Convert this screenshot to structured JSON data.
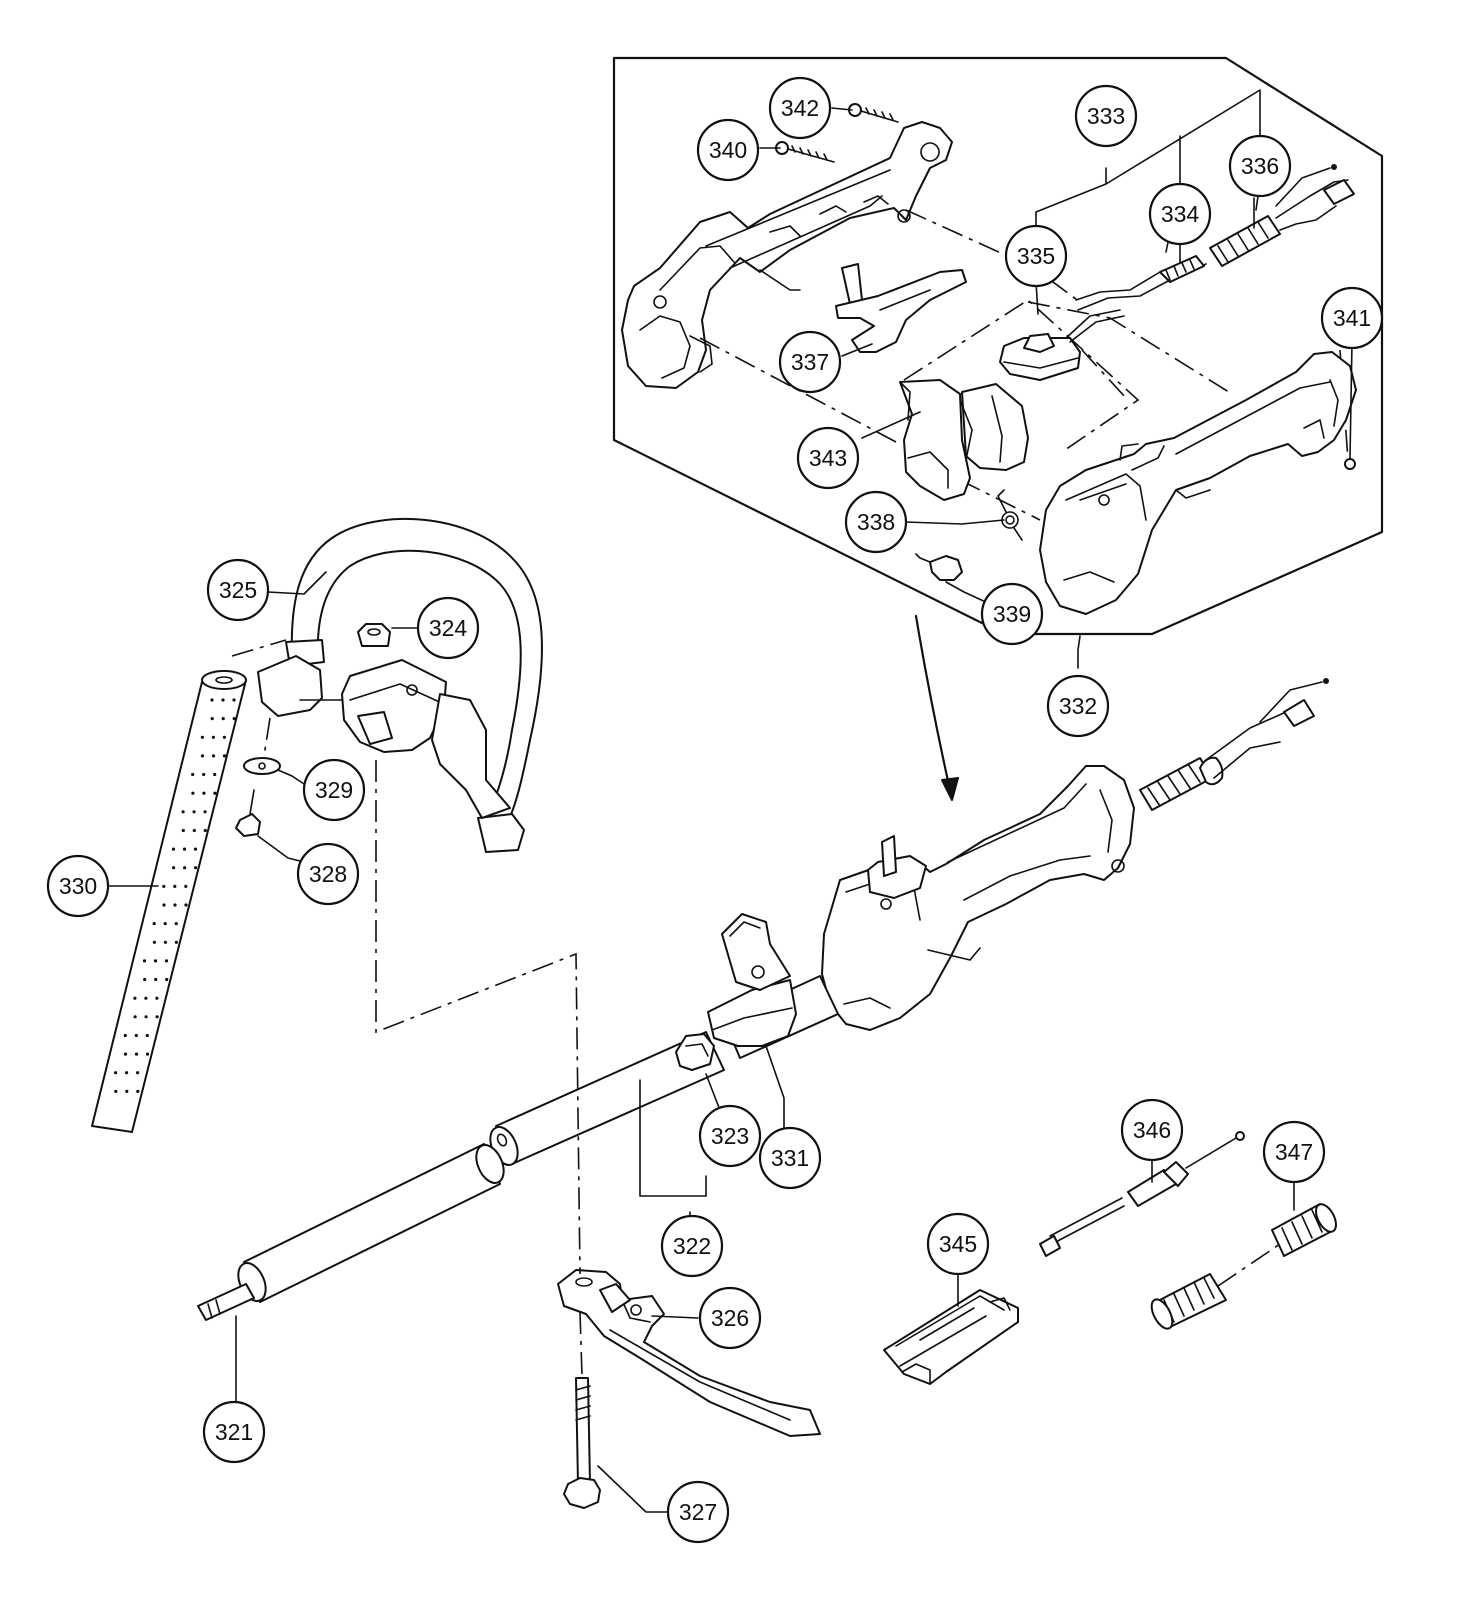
{
  "callouts": {
    "c321": "321",
    "c322": "322",
    "c323": "323",
    "c324": "324",
    "c325": "325",
    "c326": "326",
    "c327": "327",
    "c328": "328",
    "c329": "329",
    "c330": "330",
    "c331": "331",
    "c332": "332",
    "c333": "333",
    "c334": "334",
    "c335": "335",
    "c336": "336",
    "c337": "337",
    "c338": "338",
    "c339": "339",
    "c340": "340",
    "c341": "341",
    "c342": "342",
    "c343": "343",
    "c345": "345",
    "c346": "346",
    "c347": "347"
  },
  "colors": {
    "line": "#111111",
    "background": "#ffffff"
  }
}
